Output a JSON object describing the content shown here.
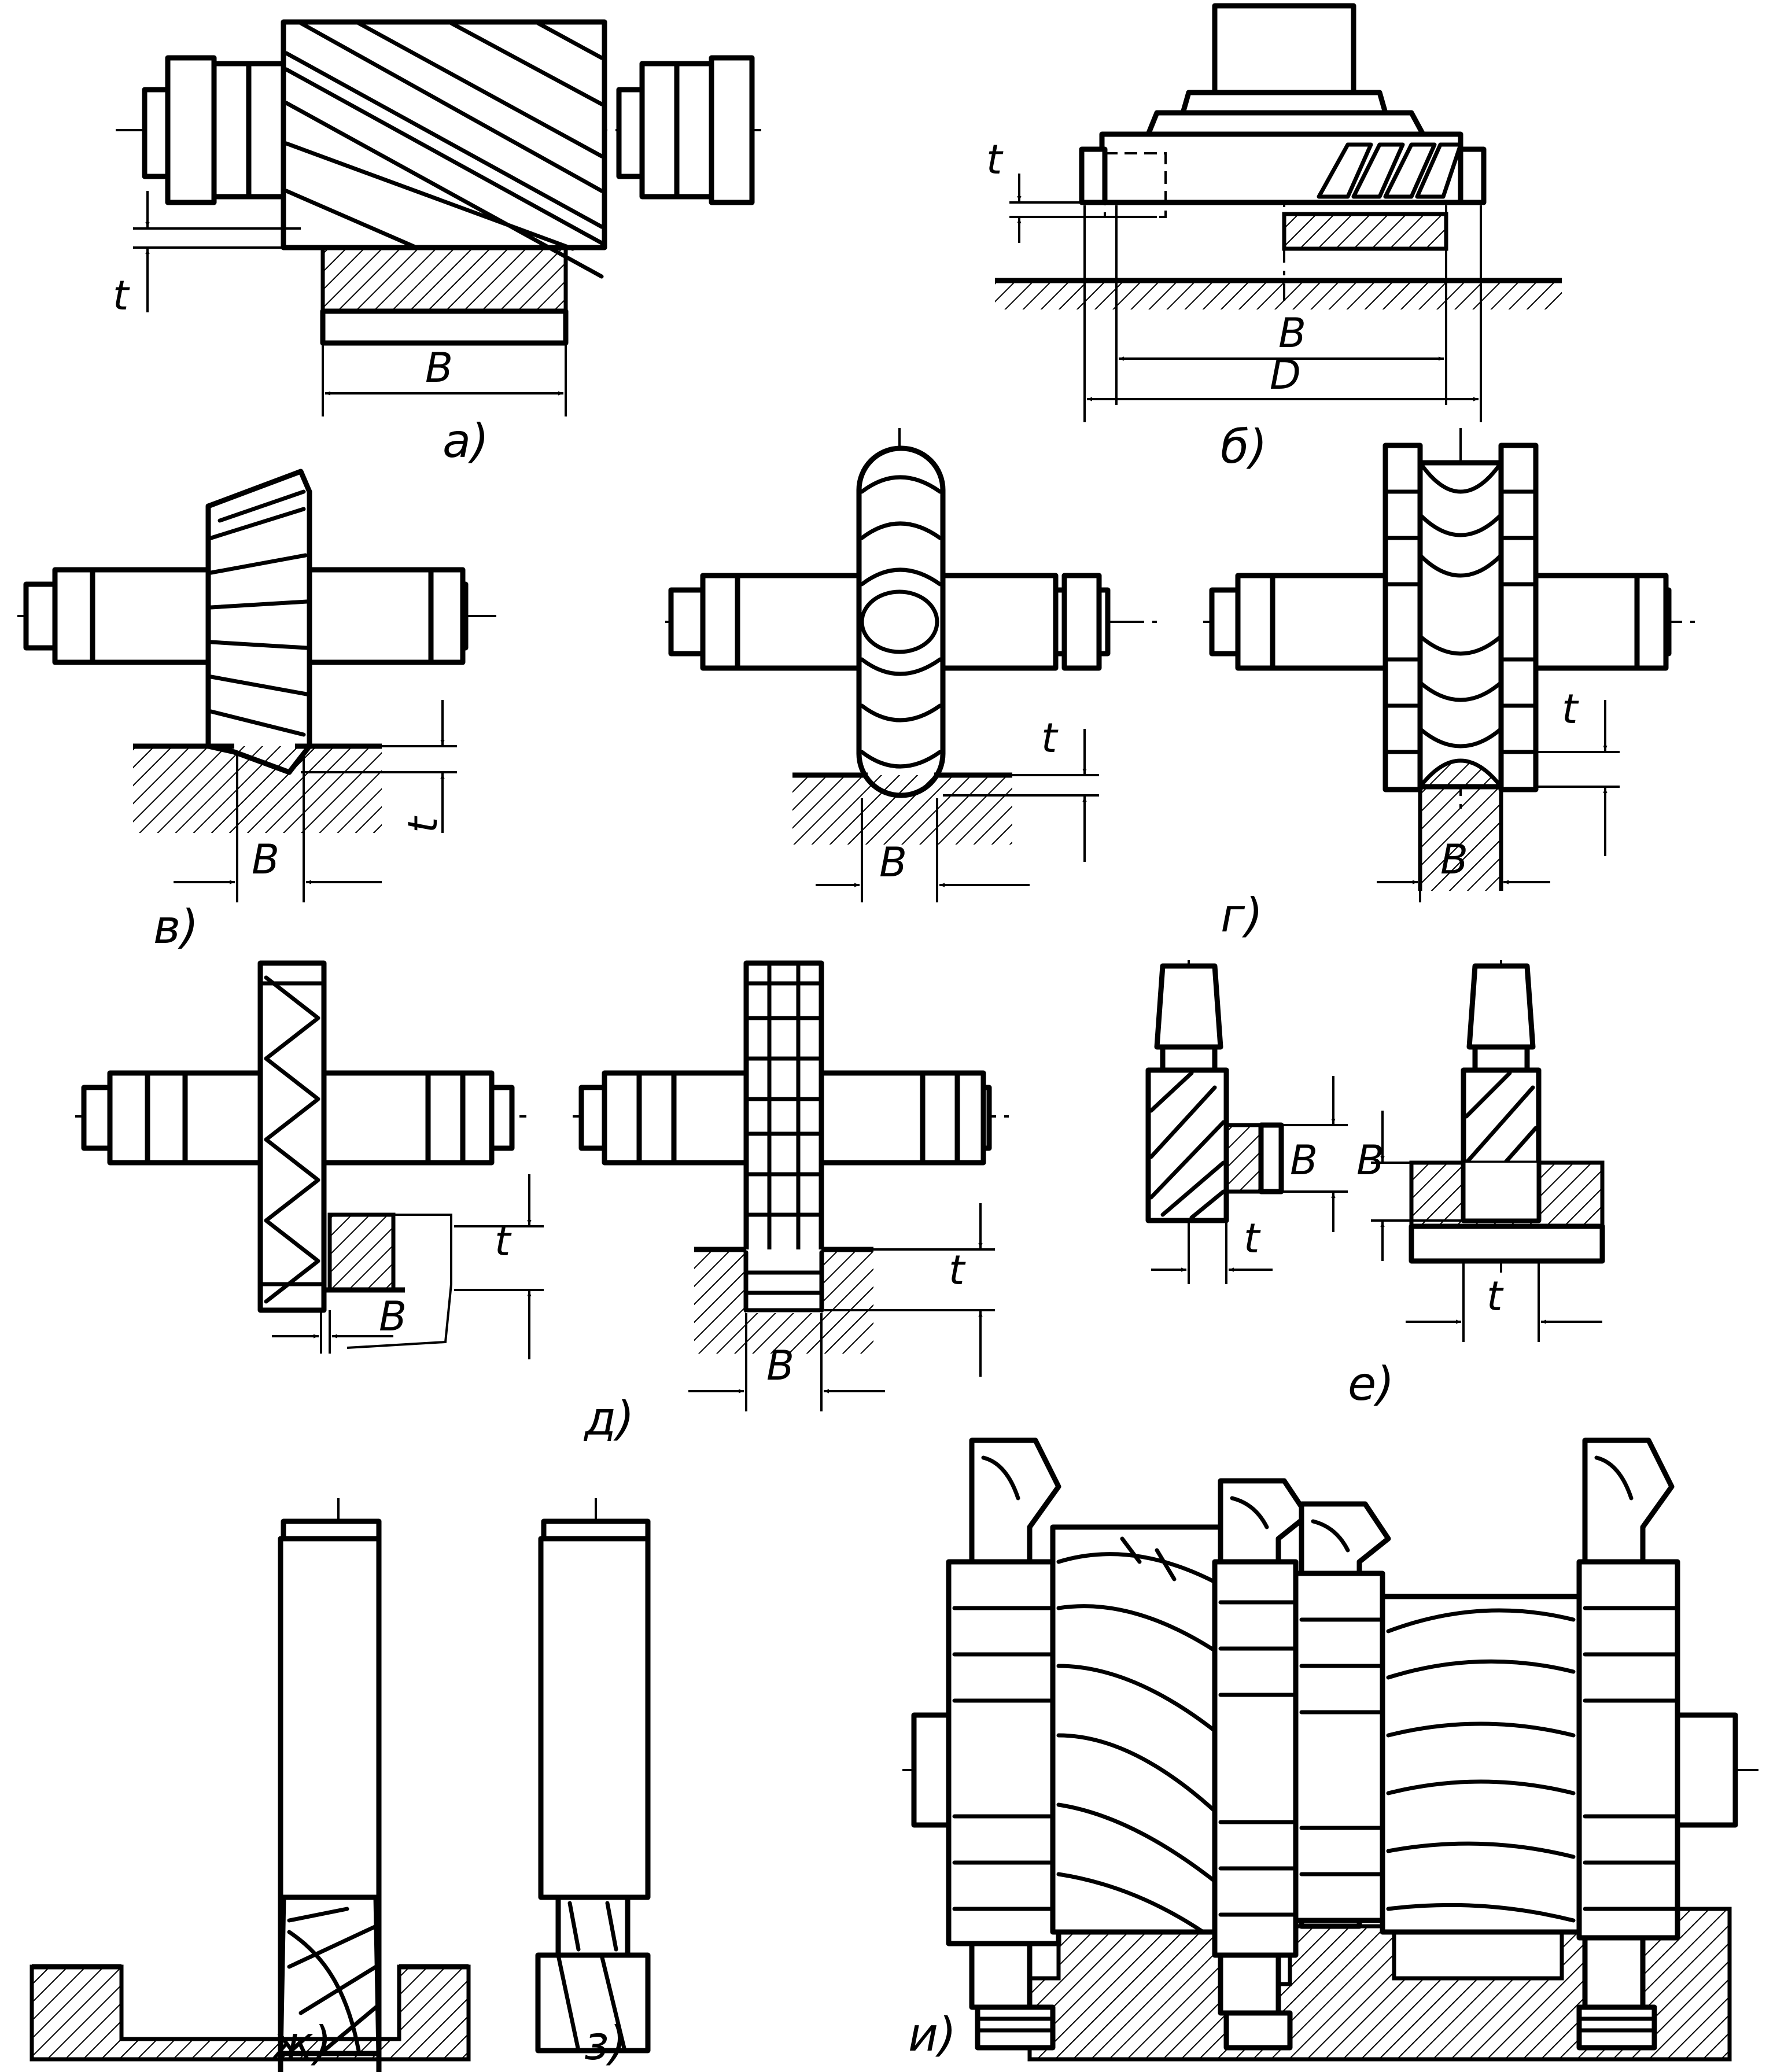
{
  "labels": {
    "B": "B",
    "t": "t",
    "D": "D"
  },
  "captions": {
    "a": "a)",
    "b": "б)",
    "v": "в)",
    "g": "г)",
    "d": "д)",
    "e": "е)",
    "zh": "ж)",
    "z": "з)",
    "i": "и)"
  }
}
